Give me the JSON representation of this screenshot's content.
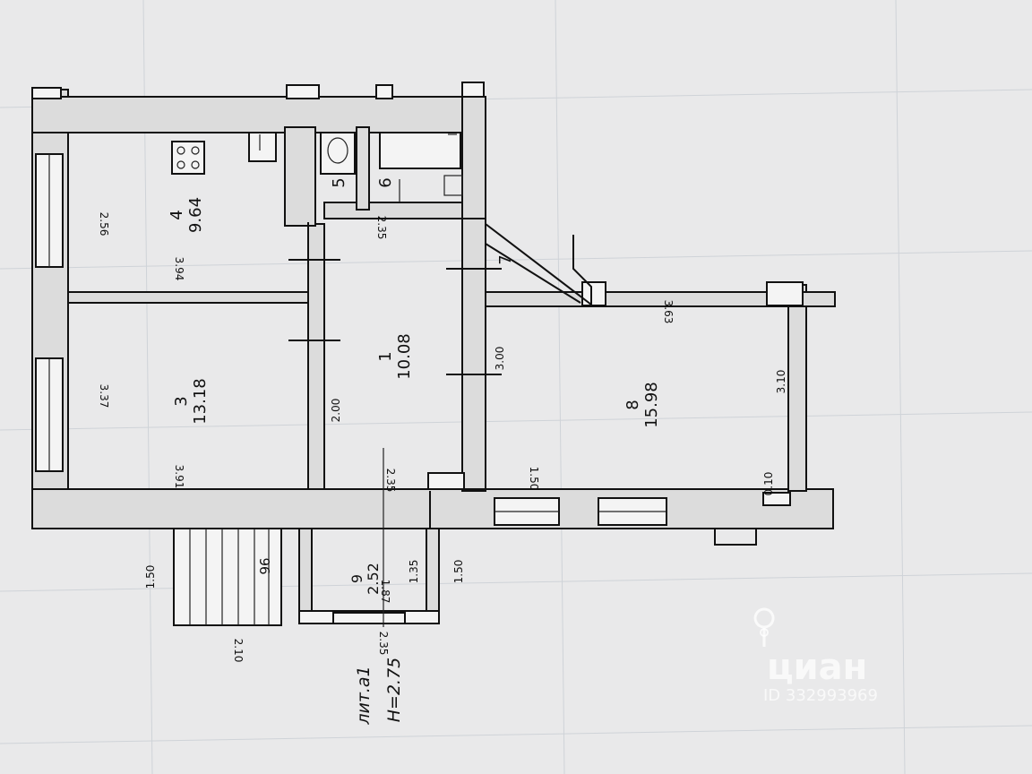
{
  "rooms": [
    {
      "num": "4",
      "area": "9.64"
    },
    {
      "num": "3",
      "area": "13.18"
    },
    {
      "num": "1",
      "area": "10.08"
    },
    {
      "num": "8",
      "area": "15.98"
    },
    {
      "num": "9",
      "area": "2.52"
    },
    {
      "num": "5",
      "area": ""
    },
    {
      "num": "6",
      "area": ""
    },
    {
      "num": "7",
      "area": ""
    }
  ],
  "dimensions": {
    "r4_width": "2.56",
    "r4_length": "3.94",
    "r3_width": "3.37",
    "r3_length": "3.91",
    "corridor_top": "2.35",
    "corridor_bottom": "2.35",
    "corridor_side": "2.00",
    "r8_side": "3.00",
    "r8_top": "3.63",
    "r8_right": "3.10",
    "r8_bottom": "1.50",
    "r8_corner": "0.10",
    "r9_len": "1.35",
    "r9_width": "1.87",
    "outside_1": "1.50",
    "outside_2": "1.50",
    "outside_3": "2.10",
    "outside_4": "2.35",
    "stairs_label": "96"
  },
  "caption": {
    "line1": "лит.а1",
    "line2": "H=2.75"
  },
  "watermark": {
    "brand": "циан",
    "id": "ID 332993969"
  },
  "colors": {
    "paper": "#e9e9ea",
    "ink": "#111111"
  }
}
